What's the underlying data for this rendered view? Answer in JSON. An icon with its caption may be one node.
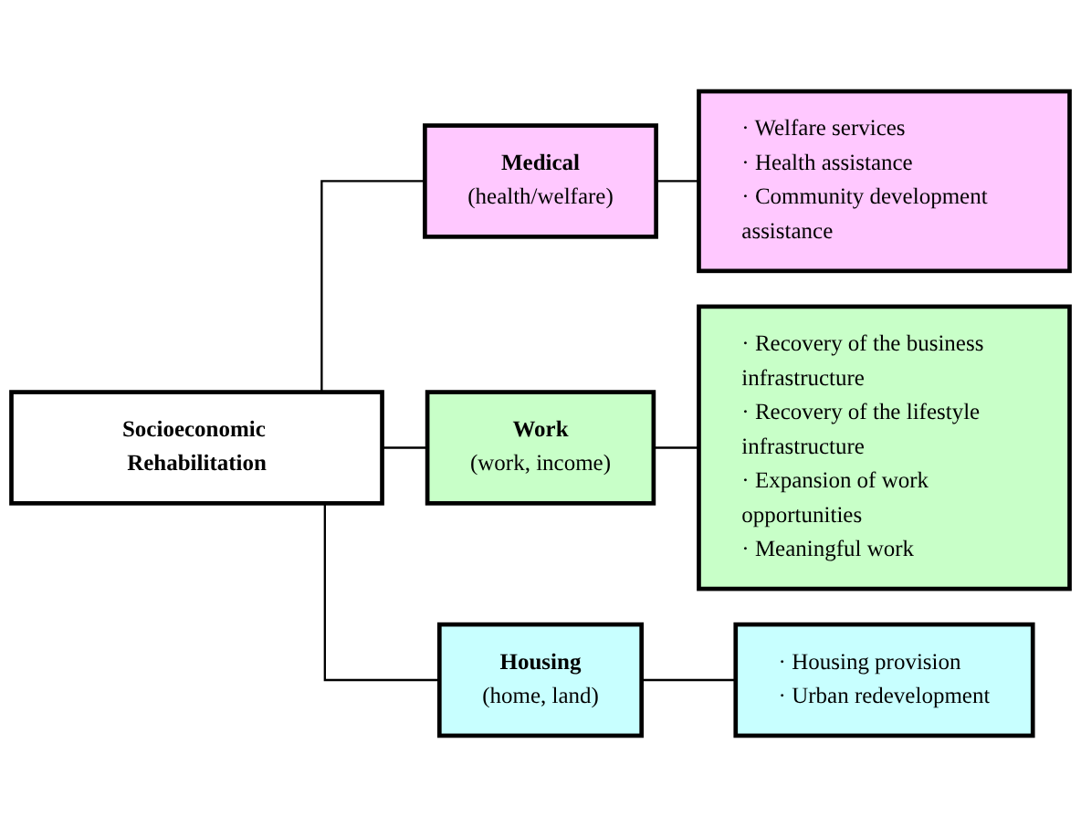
{
  "diagram": {
    "nodes": [
      {
        "text": [
          "Socioeconomic Rehabilitation"
        ]
      },
      {
        "text": [
          "Medical",
          "(health/welfare)"
        ]
      },
      {
        "text": [
          "· Welfare services",
          "· Health assistance",
          "· Community development assistance"
        ]
      },
      {
        "text": [
          "Work",
          "(work, income)"
        ]
      },
      {
        "text": [
          "· Recovery of the business infrastructure",
          "· Recovery of the lifestyle infrastructure",
          "· Expansion of work opportunities",
          "· Meaningful work"
        ]
      },
      {
        "text": [
          "Housing",
          "(home, land)"
        ]
      },
      {
        "text": [
          "· Housing provision",
          "· Urban redevelopment"
        ]
      }
    ],
    "edges": [
      {
        "from": 0,
        "to": 1,
        "arrow": "none"
      },
      {
        "from": 0,
        "to": 3,
        "arrow": "none"
      },
      {
        "from": 0,
        "to": 5,
        "arrow": "none"
      },
      {
        "from": 1,
        "to": 2,
        "arrow": "none"
      },
      {
        "from": 3,
        "to": 4,
        "arrow": "none"
      },
      {
        "from": 5,
        "to": 6,
        "arrow": "none"
      }
    ]
  }
}
